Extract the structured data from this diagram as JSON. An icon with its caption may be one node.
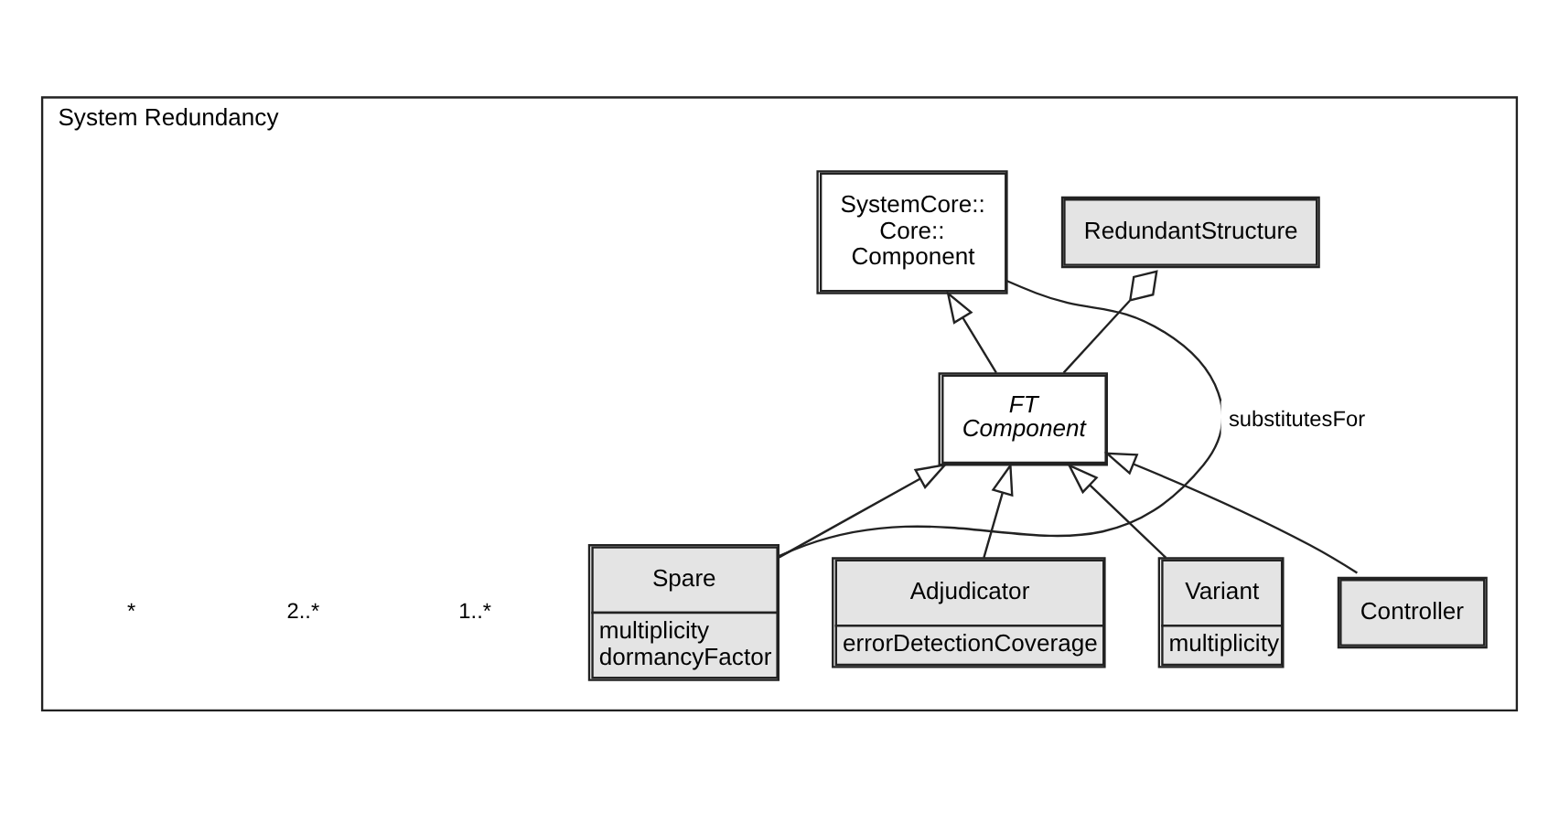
{
  "diagram": {
    "nodes": [
      {
        "text": [
          "System Redundancy"
        ]
      },
      {
        "text": [
          "SystemCore:: Core:: Component"
        ],
        "in": 0
      },
      {
        "text": [
          "RedundantStructure"
        ],
        "in": 0
      },
      {
        "text": [
          "FT Component"
        ],
        "in": 0
      },
      {
        "text": [
          "Controller"
        ],
        "in": 0
      },
      {
        "text": [
          "Variant",
          "multiplicity"
        ],
        "in": 0
      },
      {
        "text": [
          "Adjudicator",
          "errorDetectionCoverage"
        ],
        "in": 0
      },
      {
        "text": [
          "Spare",
          "multiplicity",
          "dormancyFactor"
        ],
        "in": 0
      }
    ],
    "edges": [
      {
        "from": 3,
        "to": 1,
        "arrow": "to"
      },
      {
        "from": 3,
        "to": 2,
        "arrow": "other"
      },
      {
        "from": 4,
        "to": 3,
        "arrow": "to"
      },
      {
        "from": 5,
        "to": 3,
        "arrow": "to"
      },
      {
        "from": 6,
        "to": 3,
        "arrow": "to"
      },
      {
        "from": 7,
        "to": 3,
        "arrow": "to"
      },
      {
        "from": 7,
        "to": 1,
        "arrow": "none",
        "label": "substitutesFor"
      }
    ],
    "labels": [
      "1..*",
      "2..*",
      "*"
    ]
  }
}
